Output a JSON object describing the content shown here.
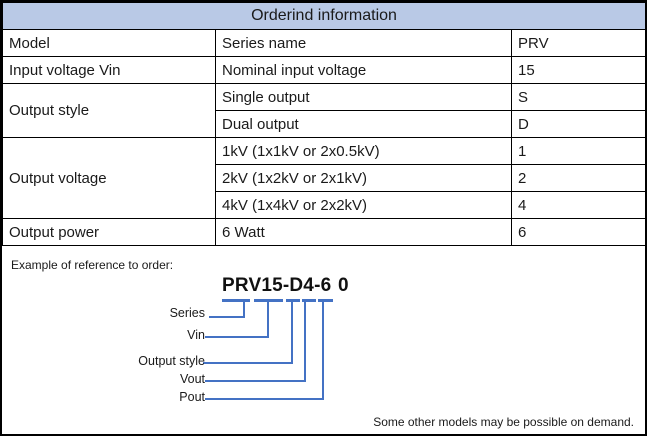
{
  "table": {
    "title": "Orderind information",
    "rows": [
      {
        "label": "Model",
        "desc": "Series name",
        "code": "PRV"
      },
      {
        "label": "Input voltage Vin",
        "desc": "Nominal input voltage",
        "code": "15"
      },
      {
        "label": "Output style",
        "desc": "Single output",
        "code": "S"
      },
      {
        "desc": "Dual output",
        "code": "D"
      },
      {
        "label": "Output voltage",
        "desc": "1kV (1x1kV or 2x0.5kV)",
        "code": "1"
      },
      {
        "desc": "2kV (1x2kV or 2x1kV)",
        "code": "2"
      },
      {
        "desc": "4kV (1x4kV or 2x2kV)",
        "code": "4"
      },
      {
        "label": "Output power",
        "desc": "6 Watt",
        "code": "6"
      }
    ]
  },
  "example": {
    "caption": "Example of reference to order:",
    "model_number": "PRV15-D4-6",
    "model_suffix_clipped": "0",
    "callouts": [
      {
        "label": "Series"
      },
      {
        "label": "Vin"
      },
      {
        "label": "Output style"
      },
      {
        "label": "Vout"
      },
      {
        "label": "Pout"
      }
    ]
  },
  "footer": {
    "note": "Some other models may be possible on demand."
  },
  "colors": {
    "header_background": "#b9c9e6",
    "callout_blue": "#4472c4",
    "border_black": "#000000"
  }
}
